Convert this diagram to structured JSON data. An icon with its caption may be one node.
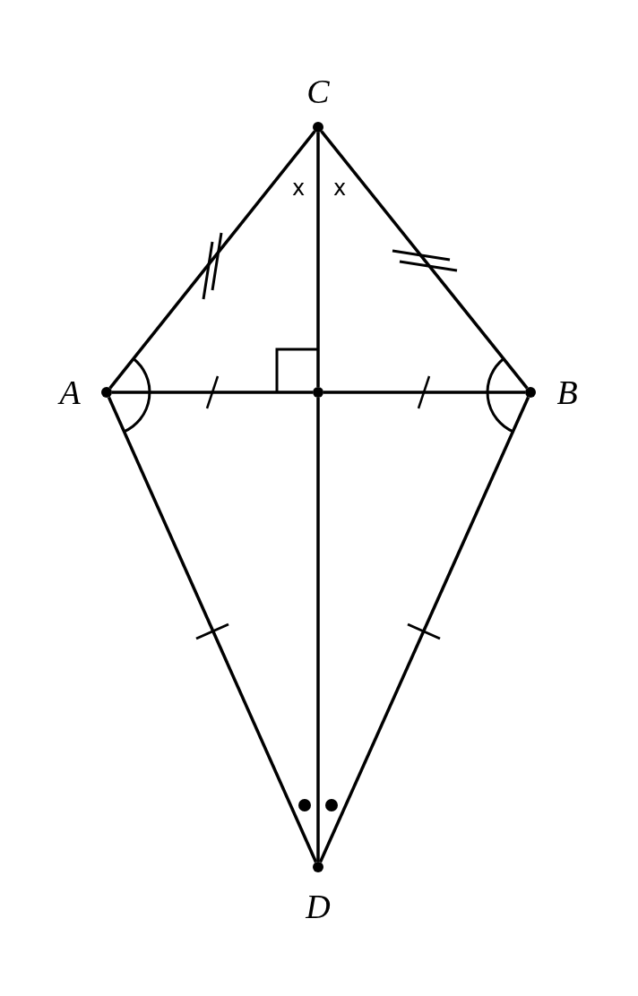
{
  "diagram": {
    "nodes": [
      {
        "text": [],
        "shape": "circle",
        "beside": [
          "C"
        ]
      },
      {
        "text": [],
        "shape": "circle",
        "beside": [
          "A"
        ]
      },
      {
        "text": [],
        "shape": "circle"
      },
      {
        "text": [],
        "shape": "circle",
        "beside": [
          "B"
        ]
      },
      {
        "text": [],
        "shape": "circle",
        "beside": [
          "D"
        ]
      }
    ],
    "edges": [
      {
        "from": 0,
        "to": 1,
        "arrow": "none"
      },
      {
        "from": 0,
        "to": 3,
        "arrow": "none"
      },
      {
        "from": 1,
        "to": 2,
        "arrow": "none"
      },
      {
        "from": 2,
        "to": 3,
        "arrow": "none"
      },
      {
        "from": 0,
        "to": 2,
        "arrow": "none"
      },
      {
        "from": 2,
        "to": 4,
        "arrow": "none"
      },
      {
        "from": 1,
        "to": 4,
        "arrow": "none"
      },
      {
        "from": 3,
        "to": 4,
        "arrow": "none"
      }
    ],
    "labels": [
      "x",
      "x"
    ]
  }
}
